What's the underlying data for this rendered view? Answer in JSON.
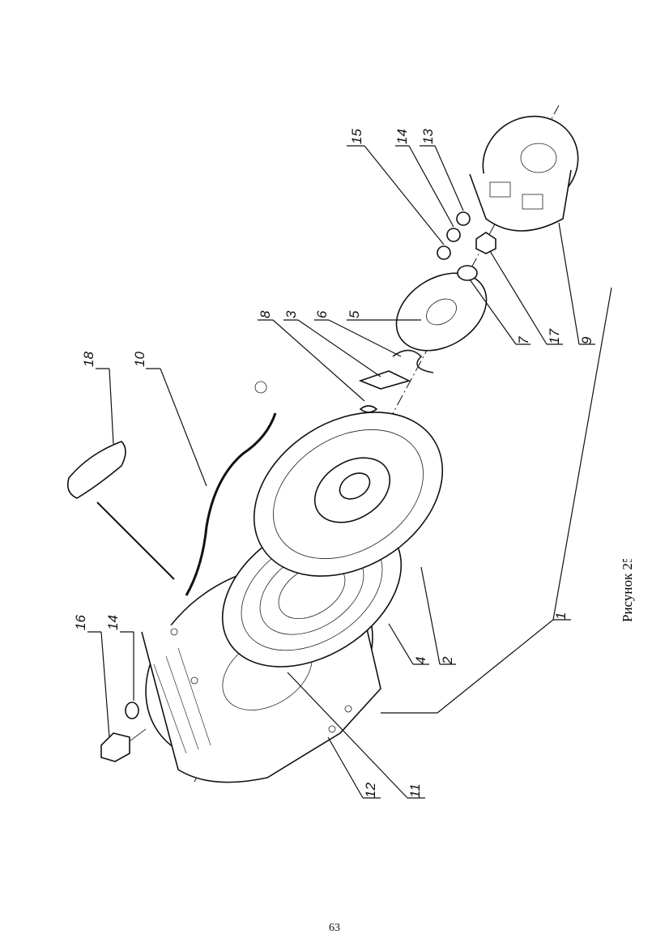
{
  "figure": {
    "caption": "Рисунок 25",
    "callouts": [
      "16",
      "14",
      "12",
      "11",
      "10",
      "18",
      "4",
      "2",
      "1",
      "8",
      "3",
      "6",
      "5",
      "7",
      "17",
      "9",
      "15",
      "14",
      "13"
    ]
  },
  "page": {
    "number": "63"
  }
}
